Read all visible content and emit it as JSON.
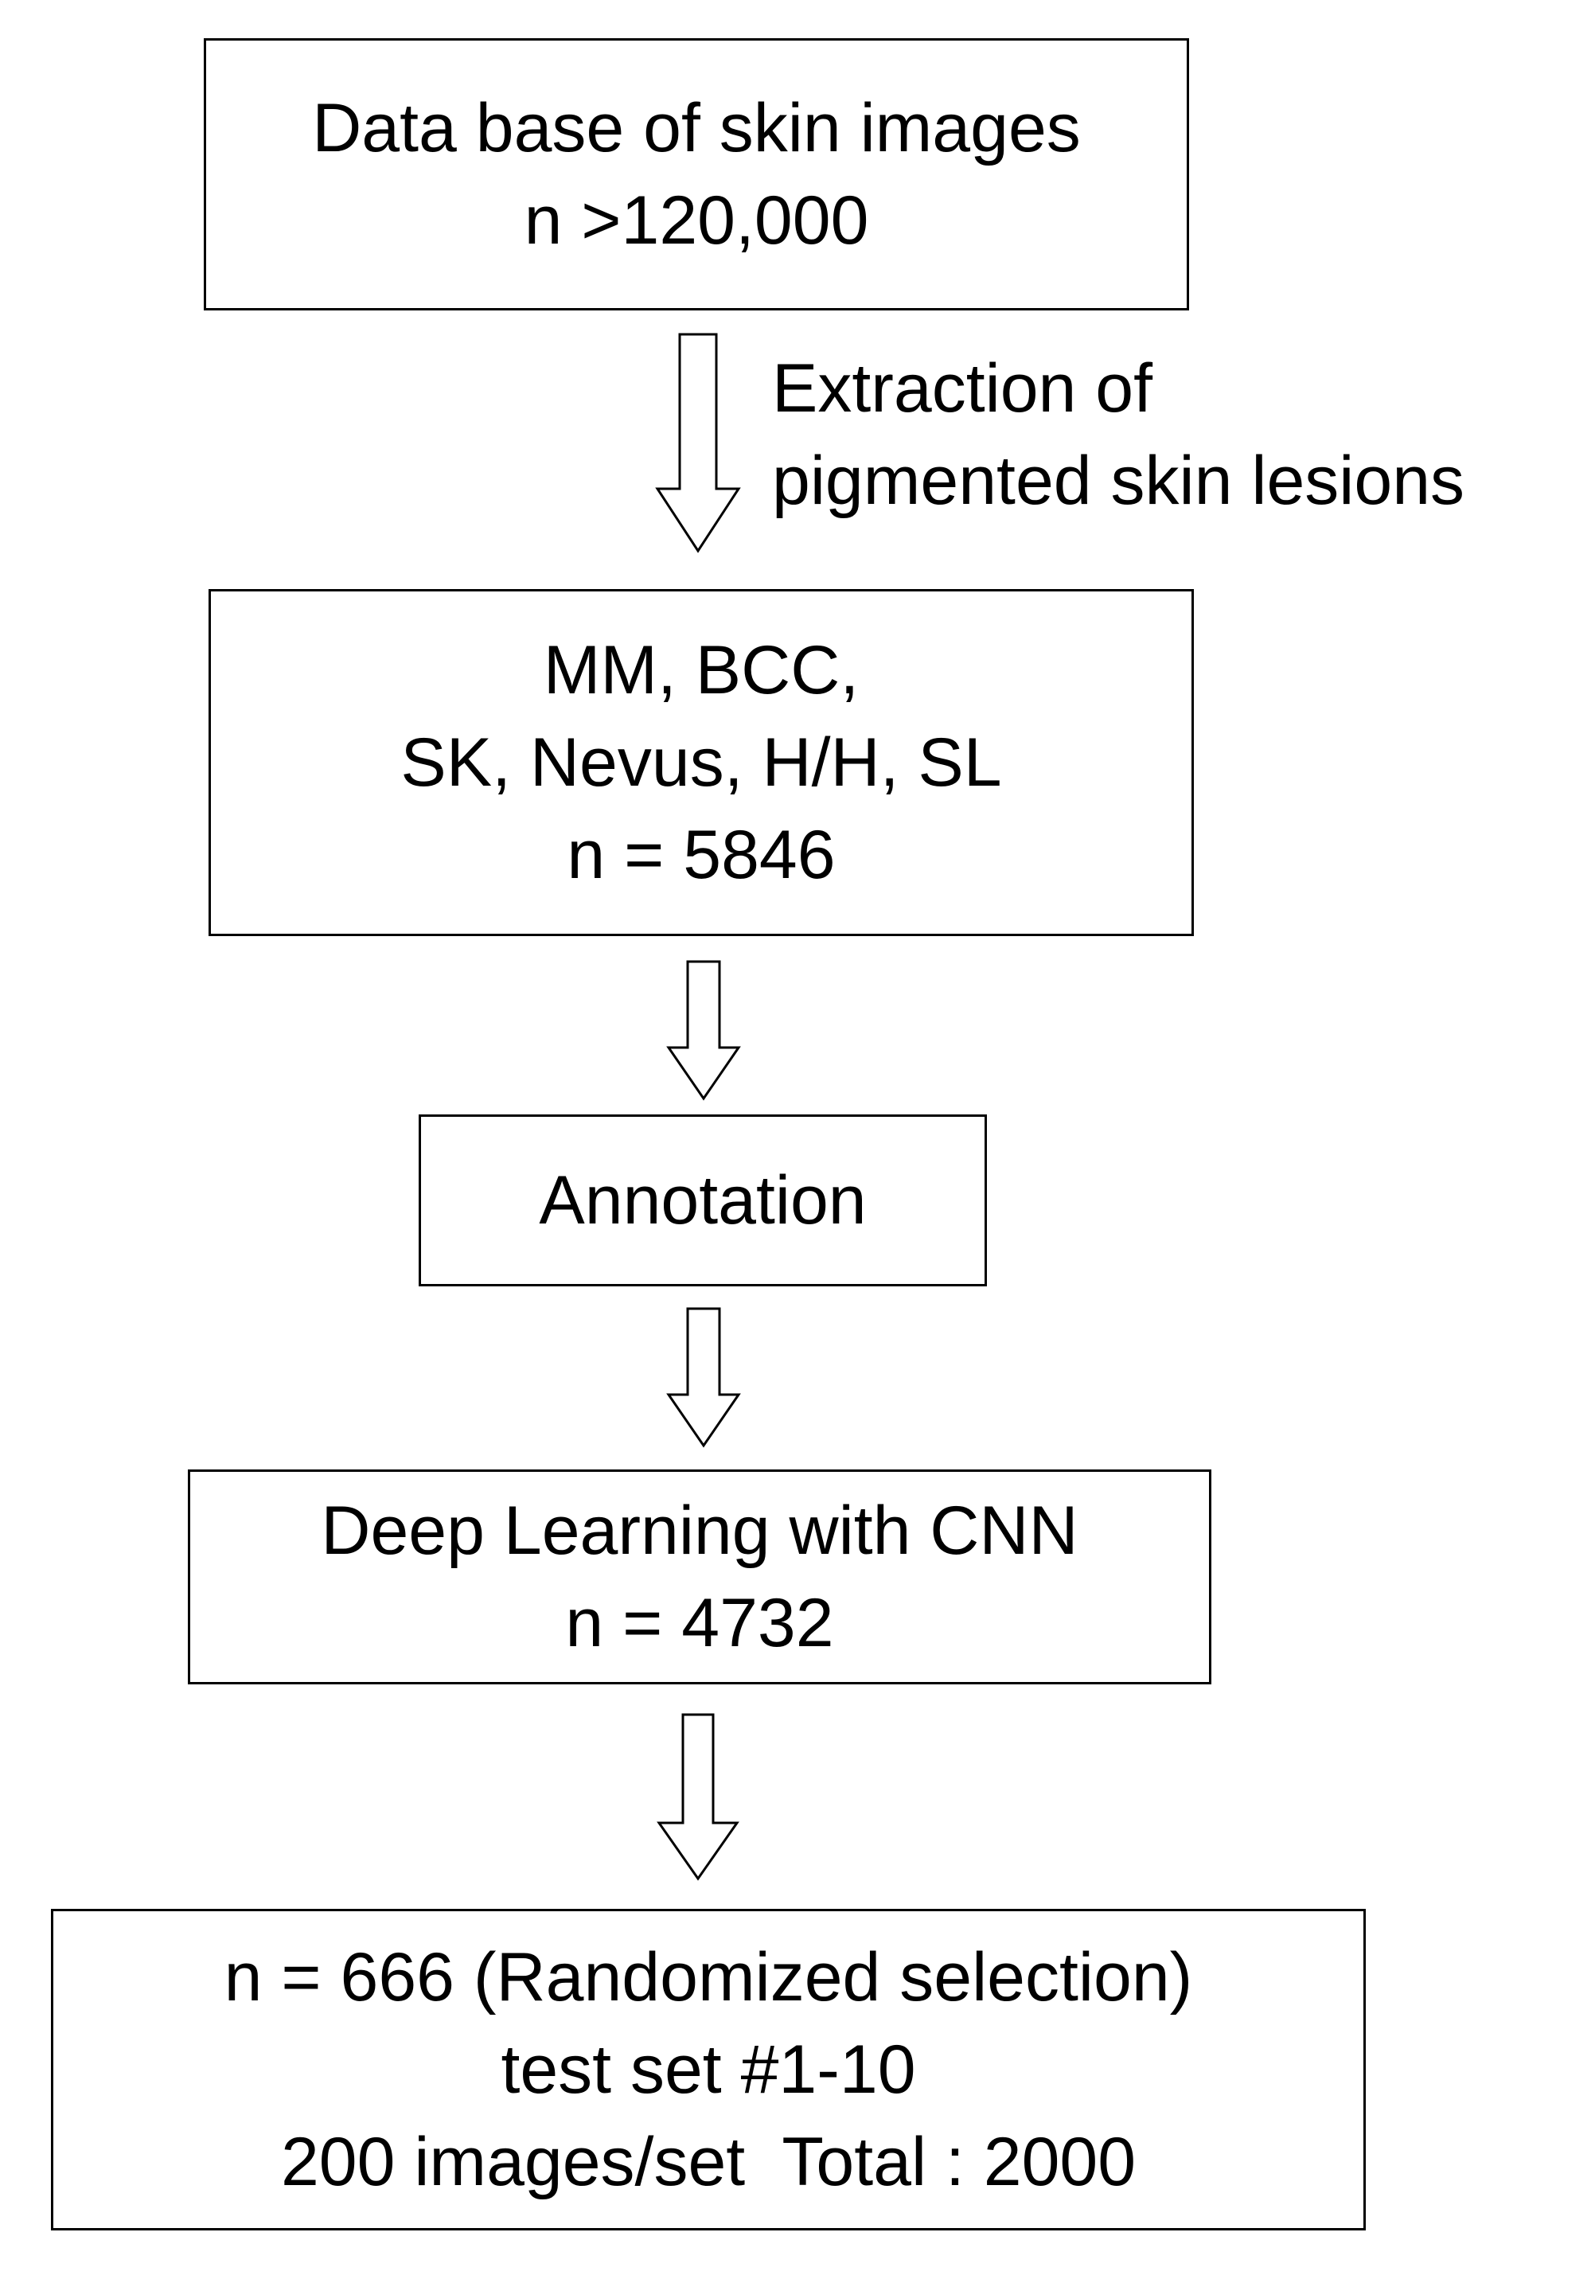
{
  "flowchart": {
    "steps": [
      {
        "lines": [
          "Data base of skin images",
          "n >120,000"
        ]
      },
      {
        "lines": [
          "MM, BCC,",
          "SK, Nevus, H/H, SL",
          "n = 5846"
        ]
      },
      {
        "lines": [
          "Annotation"
        ]
      },
      {
        "lines": [
          "Deep Learning with CNN",
          "n = 4732"
        ]
      },
      {
        "lines": [
          "n = 666 (Randomized selection)",
          "test set #1-10",
          "200 images/set  Total : 2000"
        ]
      }
    ],
    "arrow_label": [
      "Extraction of",
      "pigmented skin lesions"
    ]
  }
}
